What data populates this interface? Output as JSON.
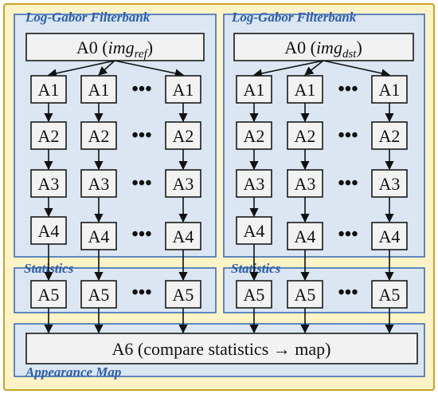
{
  "colors": {
    "outer_bg": "#fdf3c6",
    "outer_border": "#c9a227",
    "section_bg": "#dbe6f2",
    "section_border": "#3d6fb4",
    "section_title": "#2f5fa7",
    "box_fill": "#f2f2f2",
    "box_stroke": "#1a1a1a"
  },
  "sections": {
    "filterbank_left_title": "Log-Gabor Filterbank",
    "filterbank_right_title": "Log-Gabor Filterbank",
    "statistics_left_title": "Statistics",
    "statistics_right_title": "Statistics",
    "appearance_map_title": "Appearance Map"
  },
  "nodes": {
    "a0_left": {
      "base": "A0 (",
      "var": "img",
      "sub": "ref",
      "close": ")"
    },
    "a0_right": {
      "base": "A0 (",
      "var": "img",
      "sub": "dst",
      "close": ")"
    },
    "a1": "A1",
    "a2": "A2",
    "a3": "A3",
    "a4": "A4",
    "a5": "A5",
    "a6": "A6 (compare statistics → map)",
    "ellipsis": "•••"
  }
}
